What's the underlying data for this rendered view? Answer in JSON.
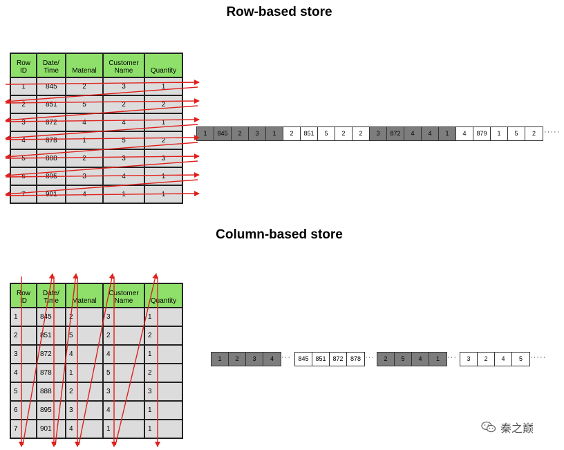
{
  "row_section": {
    "title": "Row-based store",
    "headers": [
      "Row\nID",
      "Date/\nTime",
      "Matenal",
      "Customer\nName",
      "Quantity"
    ],
    "rows": [
      [
        "1",
        "845",
        "2",
        "3",
        "1"
      ],
      [
        "2",
        "851",
        "5",
        "2",
        "2"
      ],
      [
        "3",
        "872",
        "4",
        "4",
        "1"
      ],
      [
        "4",
        "878",
        "1",
        "5",
        "2"
      ],
      [
        "5",
        "888",
        "2",
        "3",
        "3"
      ],
      [
        "6",
        "895",
        "3",
        "4",
        "1"
      ],
      [
        "7",
        "901",
        "4",
        "1",
        "1"
      ]
    ],
    "strip": [
      {
        "v": "1",
        "d": true
      },
      {
        "v": "845",
        "d": true
      },
      {
        "v": "2",
        "d": true
      },
      {
        "v": "3",
        "d": true
      },
      {
        "v": "1",
        "d": true
      },
      {
        "v": "2",
        "d": false
      },
      {
        "v": "851",
        "d": false
      },
      {
        "v": "5",
        "d": false
      },
      {
        "v": "2",
        "d": false
      },
      {
        "v": "2",
        "d": false
      },
      {
        "v": "3",
        "d": true
      },
      {
        "v": "872",
        "d": true
      },
      {
        "v": "4",
        "d": true
      },
      {
        "v": "4",
        "d": true
      },
      {
        "v": "1",
        "d": true
      },
      {
        "v": "4",
        "d": false
      },
      {
        "v": "879",
        "d": false
      },
      {
        "v": "1",
        "d": false
      },
      {
        "v": "5",
        "d": false
      },
      {
        "v": "2",
        "d": false
      }
    ]
  },
  "column_section": {
    "title": "Column-based store",
    "headers": [
      "Row\nID",
      "Date/\nTime",
      "Matenal",
      "Customer\nName",
      "Quantity"
    ],
    "rows": [
      [
        "1",
        "845",
        "2",
        "3",
        "1"
      ],
      [
        "2",
        "851",
        "5",
        "2",
        "2"
      ],
      [
        "3",
        "872",
        "4",
        "4",
        "1"
      ],
      [
        "4",
        "878",
        "1",
        "5",
        "2"
      ],
      [
        "5",
        "888",
        "2",
        "3",
        "3"
      ],
      [
        "6",
        "895",
        "3",
        "4",
        "1"
      ],
      [
        "7",
        "901",
        "4",
        "1",
        "1"
      ]
    ],
    "strips": [
      {
        "dark": true,
        "values": [
          "1",
          "2",
          "3",
          "4"
        ]
      },
      {
        "dark": false,
        "values": [
          "845",
          "851",
          "872",
          "878"
        ]
      },
      {
        "dark": true,
        "values": [
          "2",
          "5",
          "4",
          "1"
        ]
      },
      {
        "dark": false,
        "values": [
          "3",
          "2",
          "4",
          "5"
        ]
      }
    ]
  },
  "colors": {
    "header_green": "#8fe06a",
    "cell_gray": "#dcdcdc",
    "dark_cell": "#7d7d7d",
    "arrow_red": "#e0201c"
  },
  "watermark": {
    "text": "秦之巅",
    "icon": "wechat-icon"
  }
}
